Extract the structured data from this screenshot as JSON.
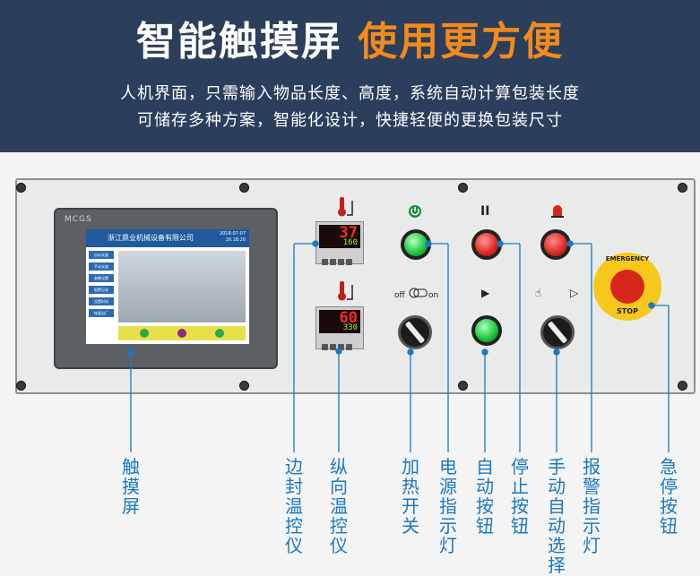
{
  "header": {
    "title_white": "智能触摸屏",
    "title_orange": "使用更方便",
    "line1": "人机界面，只需输入物品长度、高度，系统自动计算包装长度",
    "line2": "可储存多种方案，智能化设计，快捷轻便的更换包装尺寸"
  },
  "hmi": {
    "brand": "MCGS",
    "company": "浙江鼎业机械设备有限公司",
    "date": "2018-07-07",
    "time": "16:18:20",
    "menu": [
      "自动长度",
      "手动长度",
      "参数设置",
      "报警记录",
      "设置时间",
      "恢复出厂"
    ]
  },
  "temp_controllers": [
    {
      "pv": "37",
      "sv": "160"
    },
    {
      "pv": "60",
      "sv": "330"
    }
  ],
  "switch_labels": {
    "off": "off",
    "on": "on"
  },
  "estop": {
    "top": "EMERGENCY",
    "bottom": "STOP"
  },
  "labels": [
    "触摸屏",
    "边封温控仪",
    "纵向温控仪",
    "加热开关",
    "电源指示灯",
    "自动按钮",
    "停止按钮",
    "手动自动选择",
    "报警指示灯",
    "急停按钮"
  ],
  "colors": {
    "header_bg": "#2b3e5c",
    "accent_orange": "#f28a1c",
    "label_blue": "#1a78c2"
  },
  "icons": [
    "thermometer-icon",
    "power-icon",
    "pause-icon",
    "play-icon",
    "alarm-light-icon",
    "hand-icon"
  ]
}
